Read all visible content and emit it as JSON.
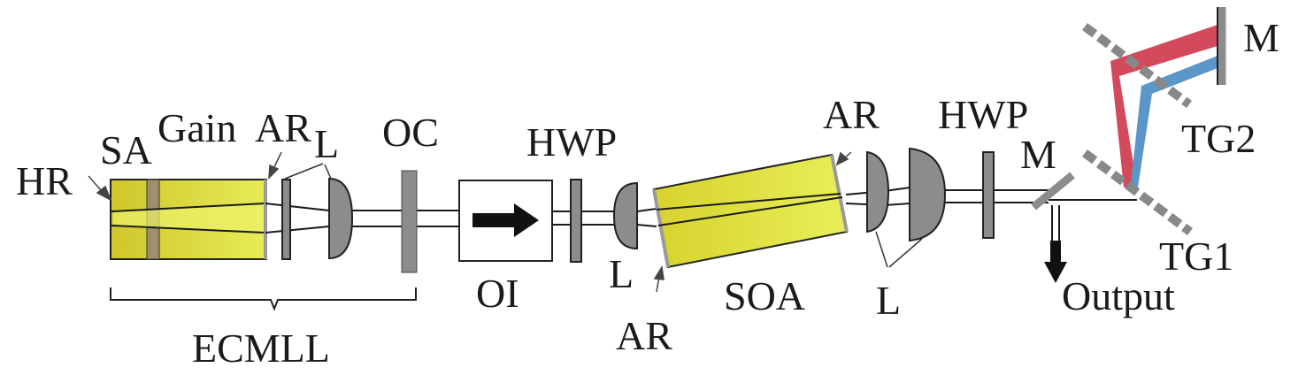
{
  "labels": {
    "hr": "HR",
    "sa": "SA",
    "gain": "Gain",
    "ar_laser": "AR",
    "l_laser": "L",
    "oc": "OC",
    "ecmll": "ECMLL",
    "oi": "OI",
    "hwp_1": "HWP",
    "l_1": "L",
    "ar_soa_in": "AR",
    "soa": "SOA",
    "ar_soa_out": "AR",
    "l_2": "L",
    "hwp_2": "HWP",
    "m_pickoff": "M",
    "output": "Output",
    "tg1": "TG1",
    "tg2": "TG2",
    "m_end": "M"
  },
  "colors": {
    "gain_medium": "#d2c92a",
    "gain_highlight": "#e4e850",
    "saturable_absorber": "#a0906a",
    "optic_gray": "#8c8c8c",
    "beam": "#1a1a1a",
    "beam_red": "#d24a5c",
    "beam_blue": "#5a96c8",
    "grating_dash": "#8a8a8a"
  }
}
